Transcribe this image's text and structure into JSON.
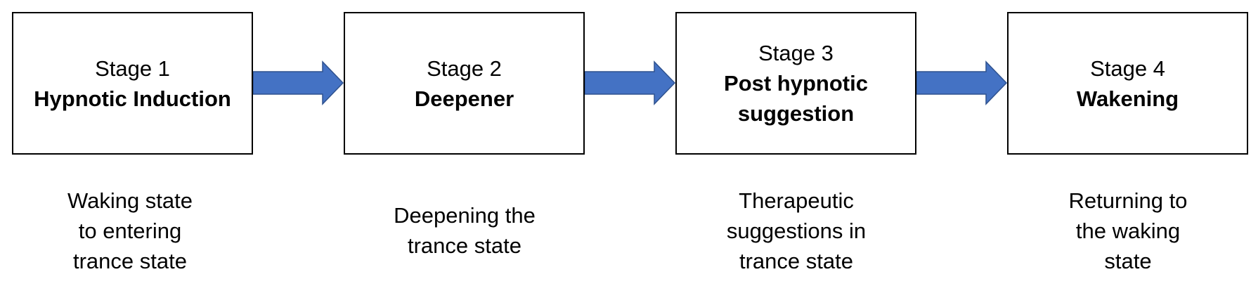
{
  "stages": [
    {
      "label": "Stage 1",
      "name": "Hypnotic Induction",
      "description": "Waking state to entering trance state"
    },
    {
      "label": "Stage 2",
      "name": "Deepener",
      "description": "Deepening the trance state"
    },
    {
      "label": "Stage 3",
      "name": "Post hypnotic suggestion",
      "description": "Therapeutic suggestions in trance state"
    },
    {
      "label": "Stage 4",
      "name": "Wakening",
      "description": "Returning to the waking state"
    }
  ],
  "colors": {
    "arrow_fill": "#4472C4",
    "arrow_stroke": "#2F528F",
    "box_border": "#000000",
    "text": "#000000"
  }
}
